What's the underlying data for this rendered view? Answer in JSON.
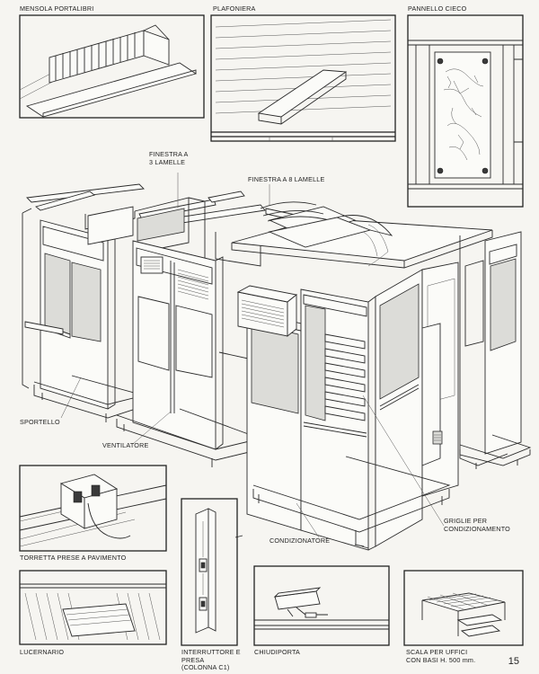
{
  "labels": {
    "mensola": "MENSOLA PORTALIBRI",
    "plafoniera": "PLAFONIERA",
    "pannello": "PANNELLO CIECO",
    "finestra3_l1": "FINESTRA A",
    "finestra3_l2": "3 LAMELLE",
    "finestra8": "FINESTRA A 8 LAMELLE",
    "sportello": "SPORTELLO",
    "ventilatore": "VENTILATORE",
    "griglie_l1": "GRIGLIE PER",
    "griglie_l2": "CONDIZIONAMENTO",
    "condizionatore": "CONDIZIONATORE",
    "torretta": "TORRETTA PRESE A PAVIMENTO",
    "lucernario": "LUCERNARIO",
    "interruttore_l1": "INTERRUTTORE E",
    "interruttore_l2": "PRESA",
    "interruttore_l3": "(COLONNA C1)",
    "chiudiporta": "CHIUDIPORTA",
    "scala_l1": "SCALA PER UFFICI",
    "scala_l2": "CON BASI H. 500 mm."
  },
  "page_number": "15"
}
